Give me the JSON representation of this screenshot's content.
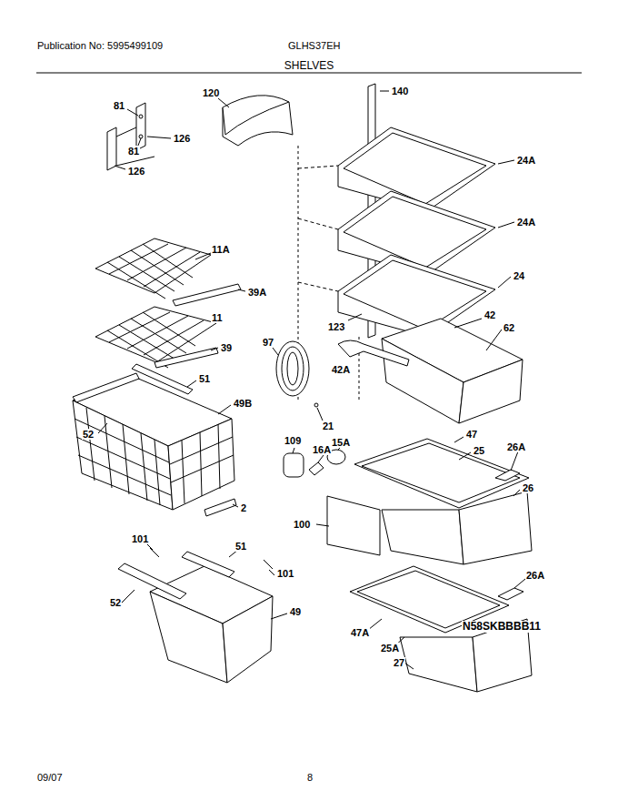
{
  "diagram": {
    "title": "SHELVES",
    "labels": [
      "Publication No: 5995499109",
      "GLHS37EH",
      "81",
      "120",
      "140",
      "126",
      "81",
      "126",
      "24A",
      "24A",
      "11A",
      "39A",
      "24",
      "11",
      "123",
      "42",
      "62",
      "39",
      "97",
      "42A",
      "51",
      "49B",
      "52",
      "21",
      "109",
      "16A",
      "15A",
      "47",
      "25",
      "26A",
      "26",
      "2",
      "100",
      "101",
      "51",
      "101",
      "52",
      "49",
      "47A",
      "25A",
      "26A",
      "27",
      "N58SKBBBB11",
      "09/07",
      "8"
    ]
  }
}
